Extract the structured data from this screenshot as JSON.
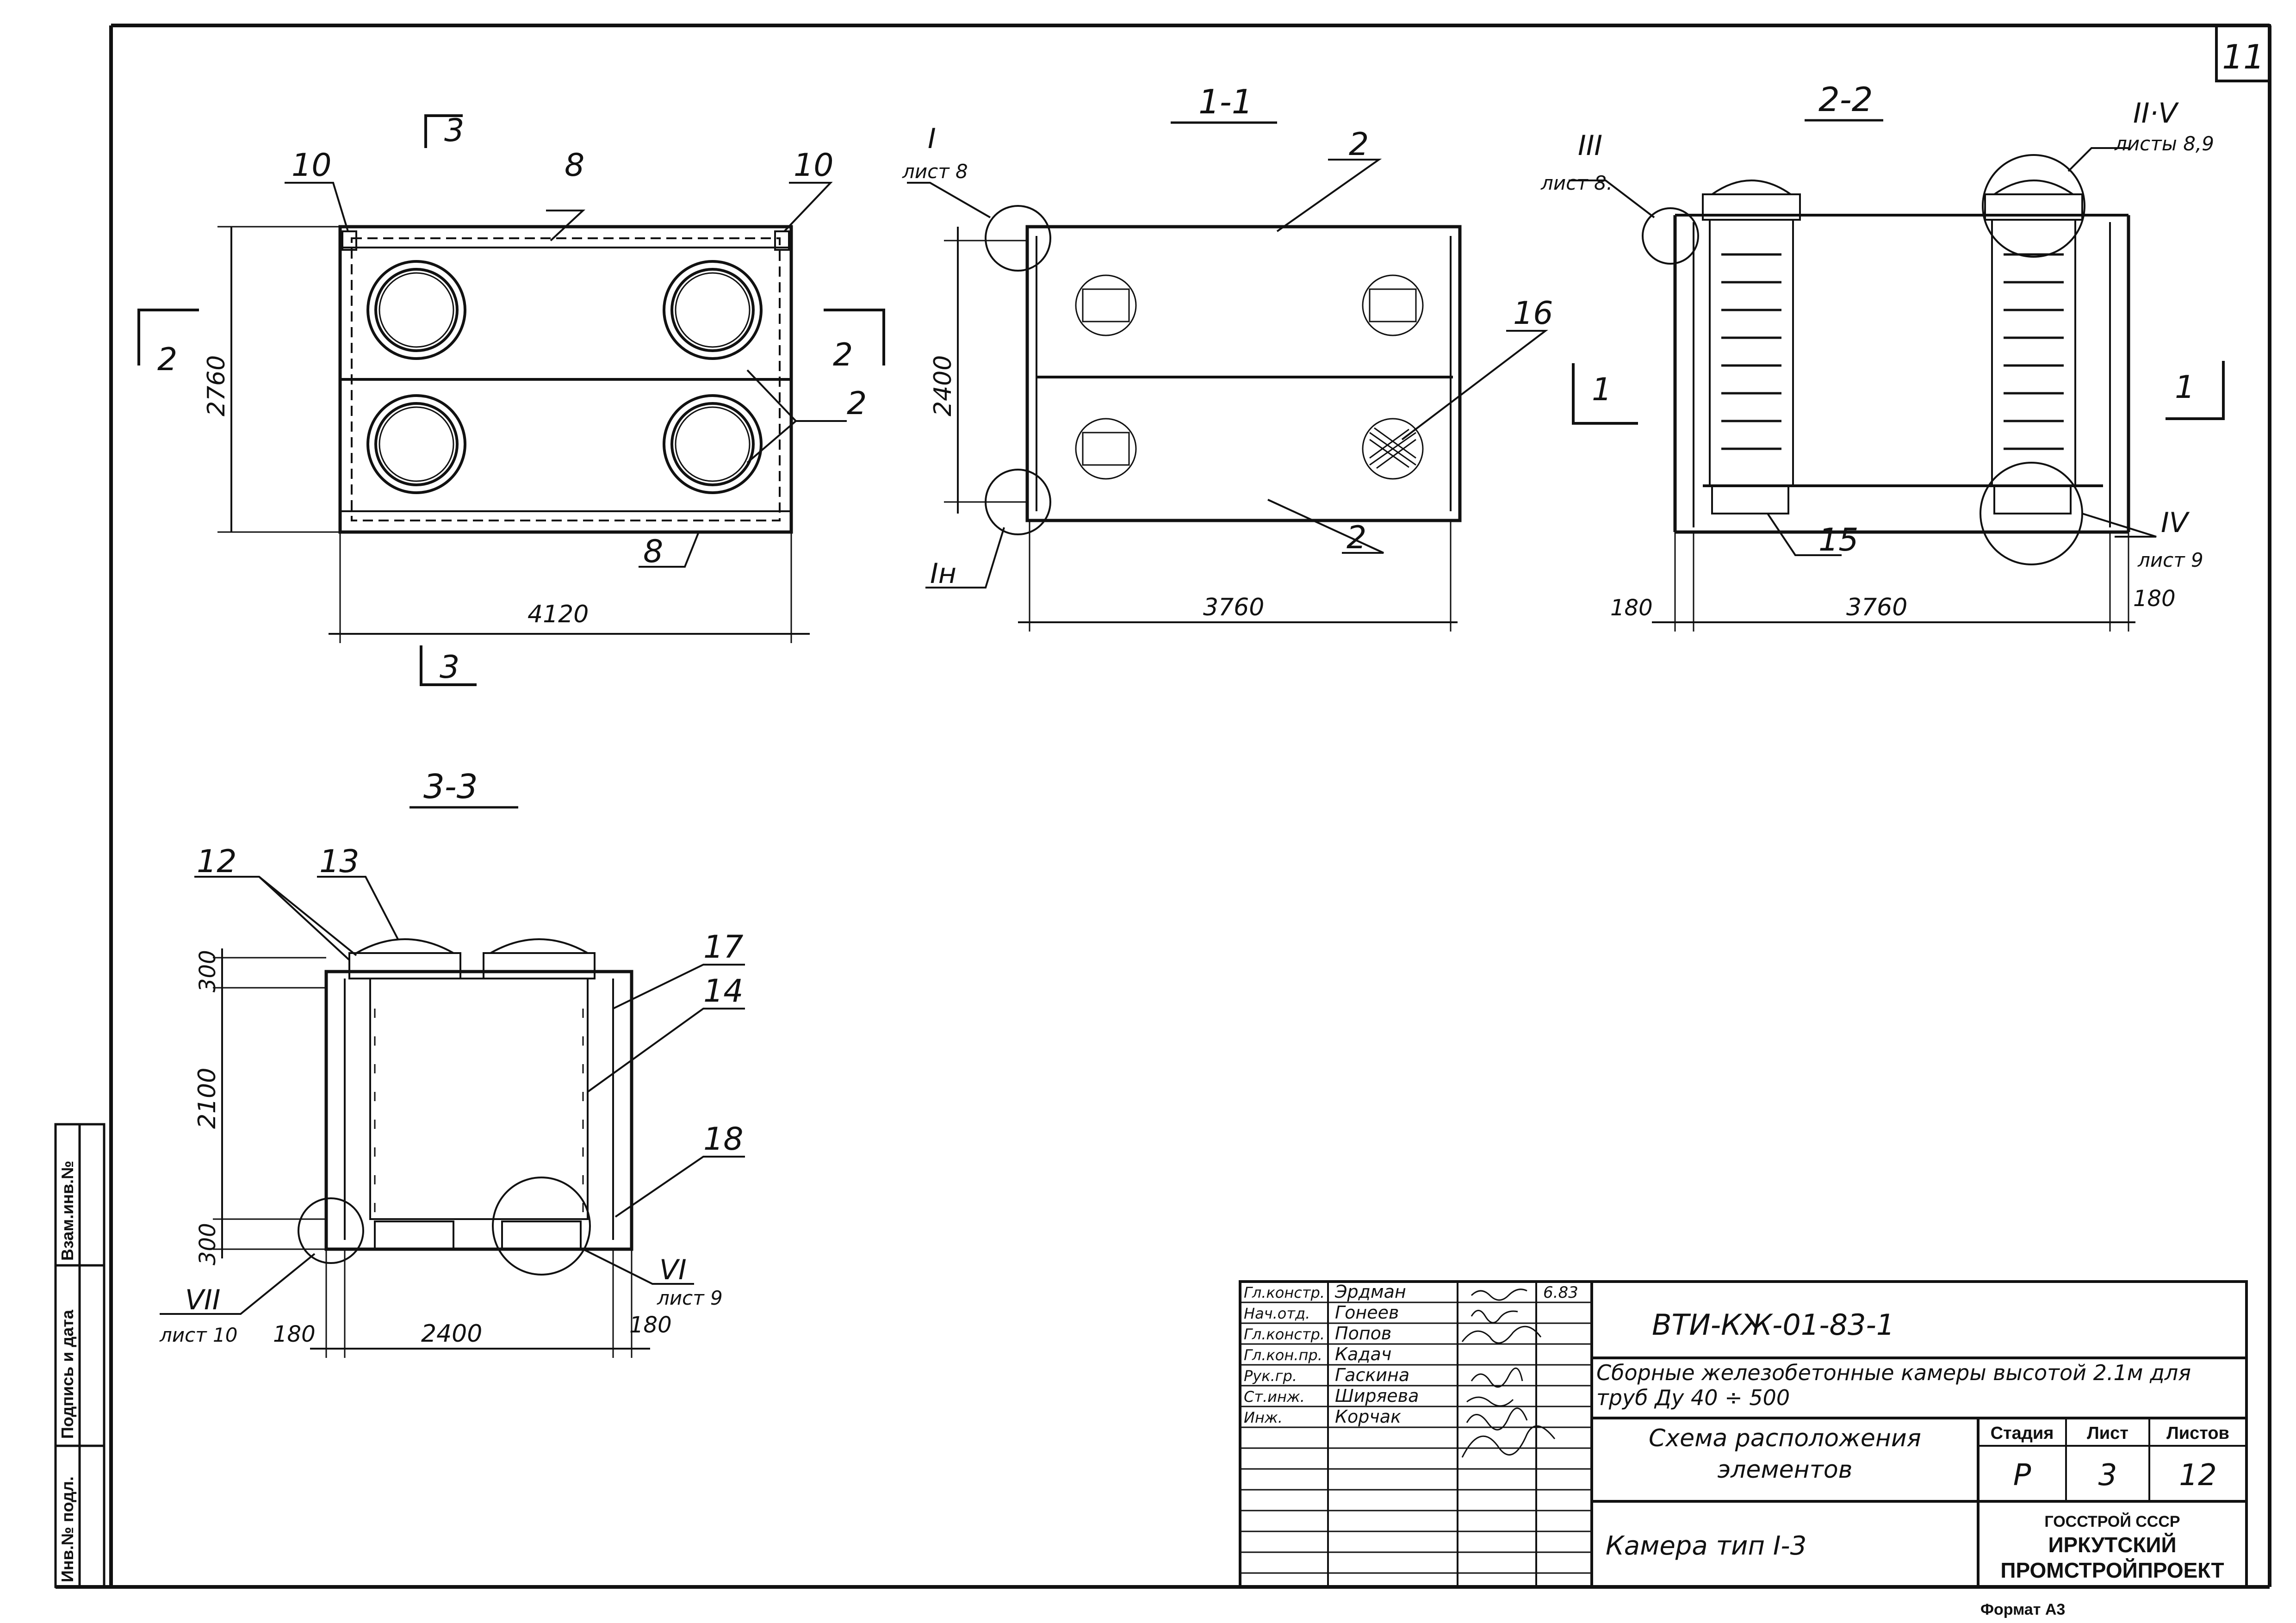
{
  "sheet_number": "11",
  "plan": {
    "pos_10_left": "10",
    "pos_8_top": "8",
    "pos_10_right": "10",
    "pos_2": "2",
    "pos_8_bottom": "8",
    "dim_height": "2760",
    "dim_width": "4120",
    "cut_3_top": "3",
    "cut_3_bottom": "3",
    "cut_2_left": "2",
    "cut_2_right": "2"
  },
  "section_1_1": {
    "title": "1-1",
    "node_I": "I",
    "node_I_sheet": "лист 8",
    "node_In": "Iн",
    "pos_2_top": "2",
    "pos_2_bottom": "2",
    "pos_16": "16",
    "dim_height": "2400",
    "dim_width": "3760"
  },
  "section_2_2": {
    "title": "2-2",
    "node_III": "III",
    "node_III_sheet": "лист 8.",
    "node_IIV": "II·V",
    "node_IIV_sheet": "листы 8,9",
    "node_IV": "IV",
    "node_IV_sheet": "лист 9",
    "pos_15": "15",
    "cut_1_left": "1",
    "cut_1_right": "1",
    "dim_left": "180",
    "dim_mid": "3760",
    "dim_right": "180"
  },
  "section_3_3": {
    "title": "3-3",
    "pos_12": "12",
    "pos_13": "13",
    "pos_17": "17",
    "pos_14": "14",
    "pos_18": "18",
    "dim_top": "300",
    "dim_mid": "2100",
    "dim_bot": "300",
    "dim_left": "180",
    "dim_width": "2400",
    "dim_right": "180",
    "node_VI": "VI",
    "node_VI_sheet": "лист 9",
    "node_VII": "VII",
    "node_VII_sheet": "лист 10"
  },
  "side_stamp": [
    "Инв.№ подл.",
    "Подпись и дата",
    "Взам.инв.№"
  ],
  "title_block": {
    "roles": [
      "Гл.констр.",
      "Нач.отд.",
      "Гл.констр.",
      "Гл.кон.пр.",
      "Рук.гр.",
      "Ст.инж.",
      "Инж."
    ],
    "names": [
      "Эрдман",
      "Гонеев",
      "Попов",
      "Кадач",
      "Гаскина",
      "Ширяева",
      "Корчак"
    ],
    "date": "6.83",
    "code": "ВТИ-КЖ-01-83-1",
    "project_title": "Сборные железобетонные камеры высотой 2.1м для труб Ду 40 ÷ 500",
    "sheet_title": "Схема расположения элементов",
    "stage_header": "Стадия",
    "sheet_header": "Лист",
    "sheets_header": "Листов",
    "stage": "Р",
    "sheet": "3",
    "sheets": "12",
    "camera": "Камера тип  I-3",
    "org_1": "ГОССТРОЙ СССР",
    "org_2": "ИРКУТСКИЙ",
    "org_3": "ПРОМСТРОЙПРОЕКТ",
    "format": "Формат А3"
  }
}
